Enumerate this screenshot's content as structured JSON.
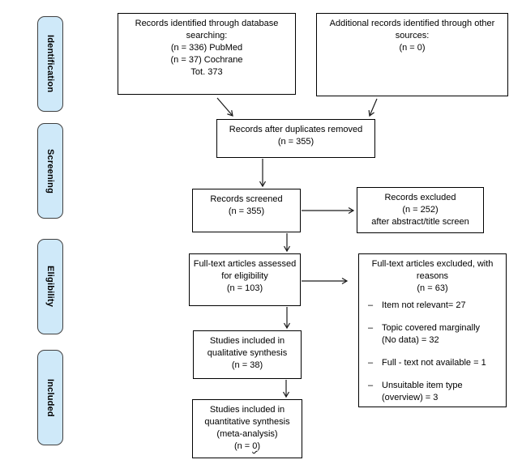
{
  "sidebar": {
    "labels": [
      {
        "label": "Identification"
      },
      {
        "label": "Screening"
      },
      {
        "label": "Eligibility"
      },
      {
        "label": "Included"
      }
    ]
  },
  "boxes": {
    "database": {
      "lines": [
        "Records identified through database",
        "searching:",
        "(n = 336) PubMed",
        "(n = 37) Cochrane",
        "Tot. 373"
      ]
    },
    "other_sources": {
      "lines": [
        "Additional records identified through other",
        "sources:",
        "(n = 0)"
      ]
    },
    "duplicates_removed": {
      "lines": [
        "Records after duplicates removed",
        "(n = 355)"
      ]
    },
    "screened": {
      "lines": [
        "Records screened",
        "(n = 355)"
      ]
    },
    "excluded": {
      "lines": [
        "Records excluded",
        "(n = 252)",
        "after abstract/title screen"
      ]
    },
    "fulltext_assessed": {
      "lines": [
        "Full-text articles assessed",
        "for eligibility",
        "(n = 103)"
      ]
    },
    "fulltext_excluded": {
      "header": [
        "Full-text articles excluded, with",
        "reasons",
        "(n = 63)"
      ],
      "reasons": [
        {
          "marker": "–",
          "lines": [
            "Item not relevant= 27"
          ]
        },
        {
          "marker": "–",
          "lines": [
            "Topic covered marginally",
            "(No data) = 32"
          ]
        },
        {
          "marker": "–",
          "lines": [
            "Full - text not available = 1"
          ]
        },
        {
          "marker": "–",
          "lines": [
            "Unsuitable item type",
            "(overview) = 3"
          ]
        }
      ]
    },
    "qualitative": {
      "lines": [
        "Studies included in",
        "qualitative synthesis",
        "(n = 38)"
      ]
    },
    "quantitative": {
      "lines": [
        "Studies included in",
        "quantitative synthesis",
        "(meta-analysis)"
      ],
      "n_prefix": "(n = ",
      "n_value": "0",
      "n_suffix": ")"
    }
  },
  "colors": {
    "sidebar_fill": "#cfe9f9",
    "sidebar_border": "#404040",
    "box_border": "#000000",
    "arrow": "#1a1a1a"
  }
}
